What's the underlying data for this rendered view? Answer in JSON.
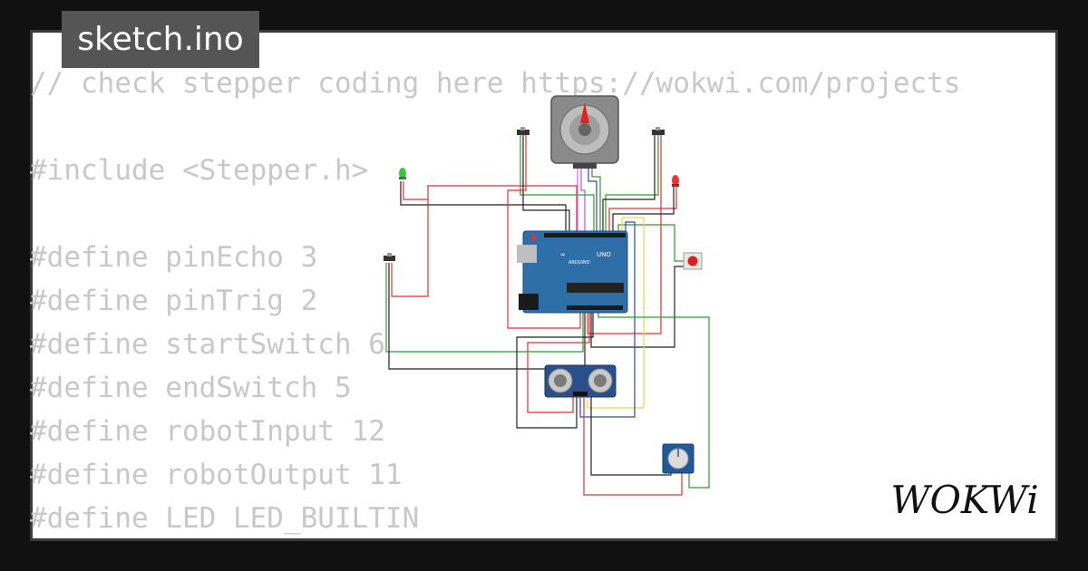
{
  "tab": {
    "filename": "sketch.ino"
  },
  "code_lines": [
    "// check stepper coding here https://wokwi.com/projects",
    "",
    "#include <Stepper.h>",
    "",
    "#define pinEcho 3",
    "#define pinTrig 2",
    "#define startSwitch 6",
    "#define endSwitch 5",
    "#define robotInput 12",
    "#define robotOutput 11",
    "#define LED LED_BUILTIN"
  ],
  "logo": {
    "text": "WOKWi"
  },
  "arduino": {
    "model": "UNO",
    "brand": "ARDUINO"
  },
  "colors": {
    "frame_bg": "#ffffff",
    "page_bg": "#111111",
    "board_blue": "#2f6fa8",
    "wire_red": "#e23030",
    "wire_green": "#2e9a2e",
    "wire_black": "#222222",
    "wire_yellow": "#e8d84a",
    "wire_blue": "#3344cc",
    "wire_pink": "#e060e0"
  },
  "icons": {
    "motor": "stepper-motor-icon",
    "board": "arduino-uno-icon",
    "sensor": "ultrasonic-sensor-icon",
    "button": "push-button-icon",
    "pot": "potentiometer-icon"
  }
}
